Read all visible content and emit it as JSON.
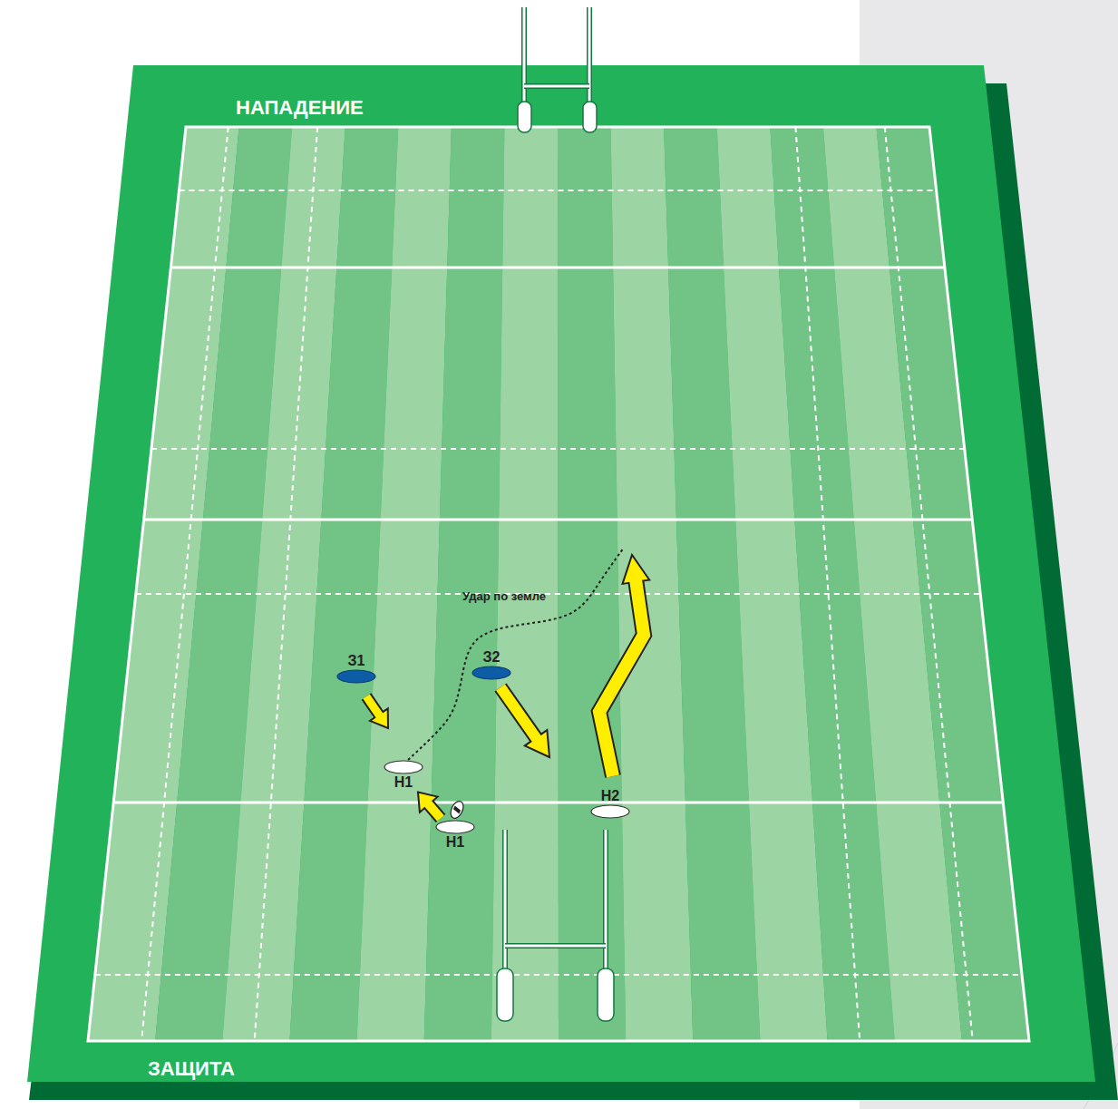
{
  "diagram": {
    "nodes": [
      {
        "text": [
          "З1"
        ]
      },
      {
        "text": [
          "З2"
        ]
      },
      {
        "text": [
          "Н1"
        ]
      },
      {
        "text": [
          "Н2"
        ]
      },
      {
        "text": [
          "Н1"
        ]
      }
    ],
    "edges": [
      {
        "from": 4,
        "to": 2,
        "arrow": "to"
      }
    ],
    "labels": [
      "НАПАДЕНИЕ",
      "Удар по земле",
      "ЗАЩИТА"
    ]
  }
}
